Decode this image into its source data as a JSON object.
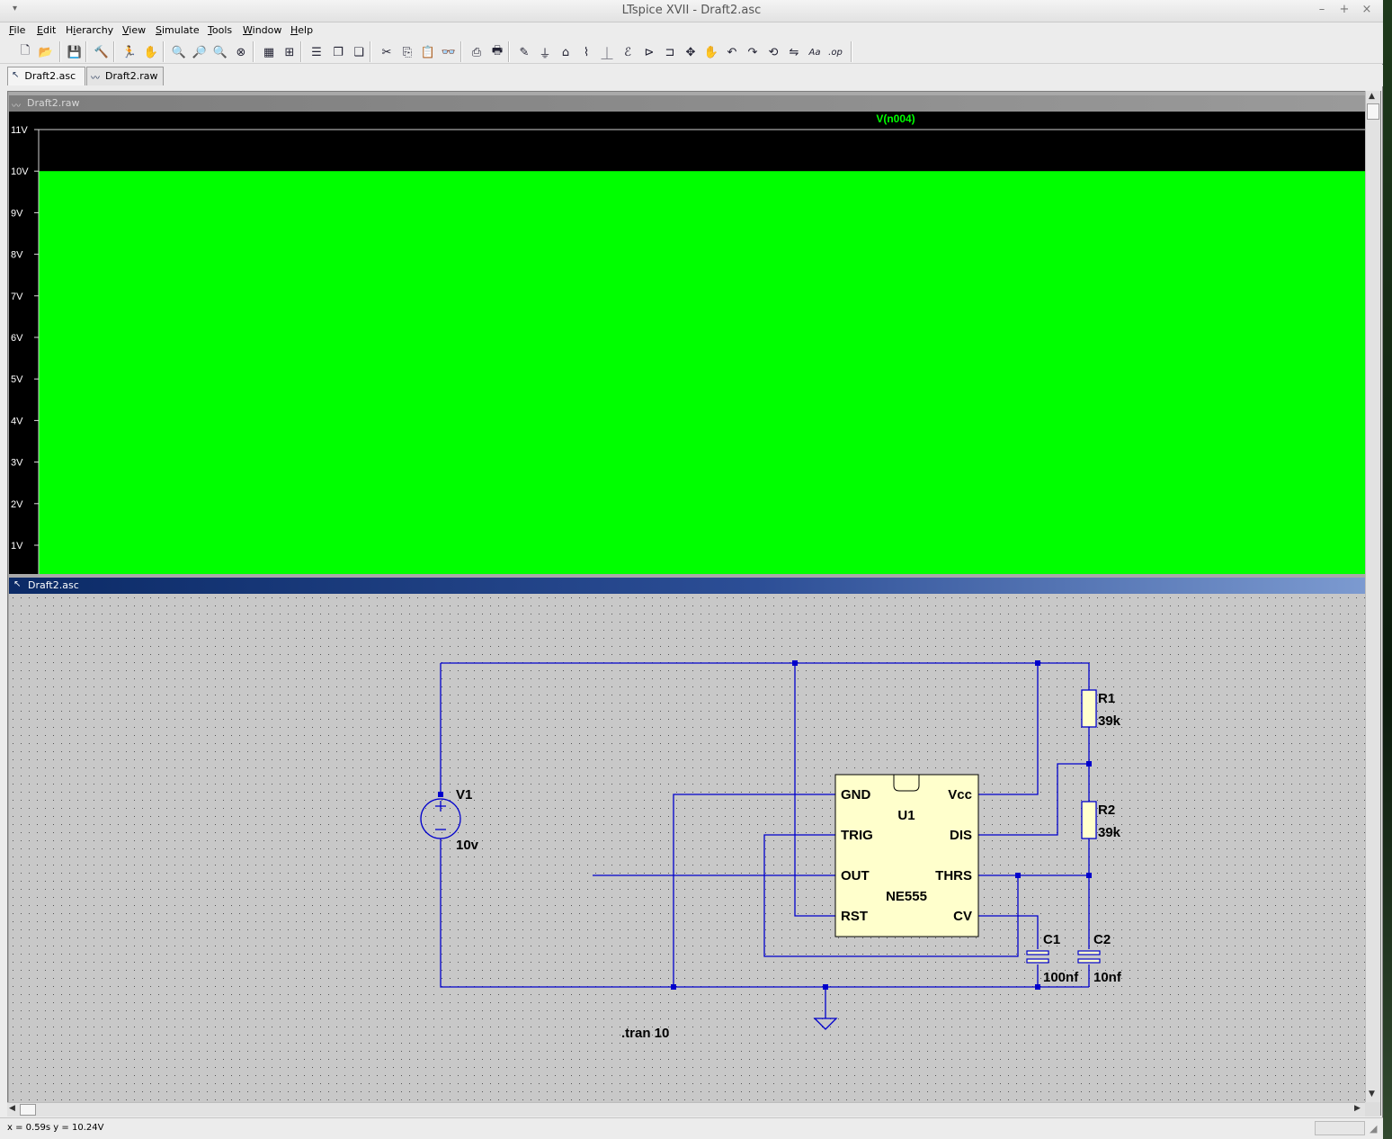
{
  "window": {
    "title": "LTspice XVII - Draft2.asc",
    "menu_glyph": "▾",
    "minimize": "–",
    "maximize": "+",
    "close": "×"
  },
  "menubar": [
    {
      "pre": "",
      "key": "F",
      "post": "ile"
    },
    {
      "pre": "",
      "key": "E",
      "post": "dit"
    },
    {
      "pre": "H",
      "key": "i",
      "post": "erarchy"
    },
    {
      "pre": "",
      "key": "V",
      "post": "iew"
    },
    {
      "pre": "",
      "key": "S",
      "post": "imulate"
    },
    {
      "pre": "",
      "key": "T",
      "post": "ools"
    },
    {
      "pre": "",
      "key": "W",
      "post": "indow"
    },
    {
      "pre": "",
      "key": "H",
      "post": "elp"
    }
  ],
  "toolbar": [
    {
      "name": "new-schematic-icon",
      "glyph": "🗋"
    },
    {
      "name": "open-icon",
      "glyph": "📂"
    },
    {
      "name": "save-icon",
      "glyph": "💾"
    },
    {
      "name": "control-panel-icon",
      "glyph": "🔨"
    },
    {
      "name": "run-icon",
      "glyph": "🏃"
    },
    {
      "name": "halt-icon",
      "glyph": "✋"
    },
    {
      "name": "zoom-in-icon",
      "glyph": "🔍"
    },
    {
      "name": "pan-icon",
      "glyph": "🔎"
    },
    {
      "name": "zoom-out-icon",
      "glyph": "🔍"
    },
    {
      "name": "zoom-fit-icon",
      "glyph": "⊗"
    },
    {
      "name": "autorange-icon",
      "glyph": "▦"
    },
    {
      "name": "grid-icon",
      "glyph": "⊞"
    },
    {
      "name": "tile-horizontal-icon",
      "glyph": "☰"
    },
    {
      "name": "cascade-icon",
      "glyph": "❐"
    },
    {
      "name": "tile-vertical-icon",
      "glyph": "❏"
    },
    {
      "name": "cut-icon",
      "glyph": "✂"
    },
    {
      "name": "copy-icon",
      "glyph": "⎘"
    },
    {
      "name": "paste-icon",
      "glyph": "📋"
    },
    {
      "name": "find-icon",
      "glyph": "👓"
    },
    {
      "name": "print-setup-icon",
      "glyph": "⎙"
    },
    {
      "name": "print-icon",
      "glyph": "🖶"
    },
    {
      "name": "wire-icon",
      "glyph": "✎"
    },
    {
      "name": "ground-icon",
      "glyph": "⏚"
    },
    {
      "name": "label-net-icon",
      "glyph": "⌂"
    },
    {
      "name": "resistor-icon",
      "glyph": "⌇"
    },
    {
      "name": "capacitor-icon",
      "glyph": "⏊"
    },
    {
      "name": "inductor-icon",
      "glyph": "ℰ"
    },
    {
      "name": "diode-icon",
      "glyph": "⊳"
    },
    {
      "name": "component-icon",
      "glyph": "⊐"
    },
    {
      "name": "move-icon",
      "glyph": "✥"
    },
    {
      "name": "drag-icon",
      "glyph": "✋"
    },
    {
      "name": "undo-icon",
      "glyph": "↶"
    },
    {
      "name": "redo-icon",
      "glyph": "↷"
    },
    {
      "name": "rotate-icon",
      "glyph": "⟲"
    },
    {
      "name": "mirror-icon",
      "glyph": "⇋"
    },
    {
      "name": "text-icon",
      "glyph": "Aa"
    },
    {
      "name": "spice-directive-icon",
      "glyph": ".op"
    }
  ],
  "tabs": [
    {
      "label": "Draft2.asc",
      "icon": "↖",
      "active": true
    },
    {
      "label": "Draft2.raw",
      "icon": "〰",
      "active": false
    }
  ],
  "waveform": {
    "caption": "Draft2.raw",
    "trace_label": "V(n004)",
    "trace_color": "#00ff00",
    "y_ticks": [
      "11V",
      "10V",
      "9V",
      "8V",
      "7V",
      "6V",
      "5V",
      "4V",
      "3V",
      "2V",
      "1V"
    ]
  },
  "schematic": {
    "caption": "Draft2.asc",
    "wire_color": "#0000cc",
    "component_fill": "#ffffcc",
    "background": "#c8c8c8",
    "ic": {
      "ref": "U1",
      "value": "NE555",
      "pins_left": [
        "GND",
        "TRIG",
        "OUT",
        "RST"
      ],
      "pins_right": [
        "Vcc",
        "DIS",
        "THRS",
        "CV"
      ]
    },
    "v1": {
      "ref": "V1",
      "value": "10v"
    },
    "r1": {
      "ref": "R1",
      "value": "39k"
    },
    "r2": {
      "ref": "R2",
      "value": "39k"
    },
    "c1": {
      "ref": "C1",
      "value": "100nf"
    },
    "c2": {
      "ref": "C2",
      "value": "10nf"
    },
    "directive": ".tran 10"
  },
  "status": {
    "coords": "x = 0.59s   y = 10.24V"
  }
}
